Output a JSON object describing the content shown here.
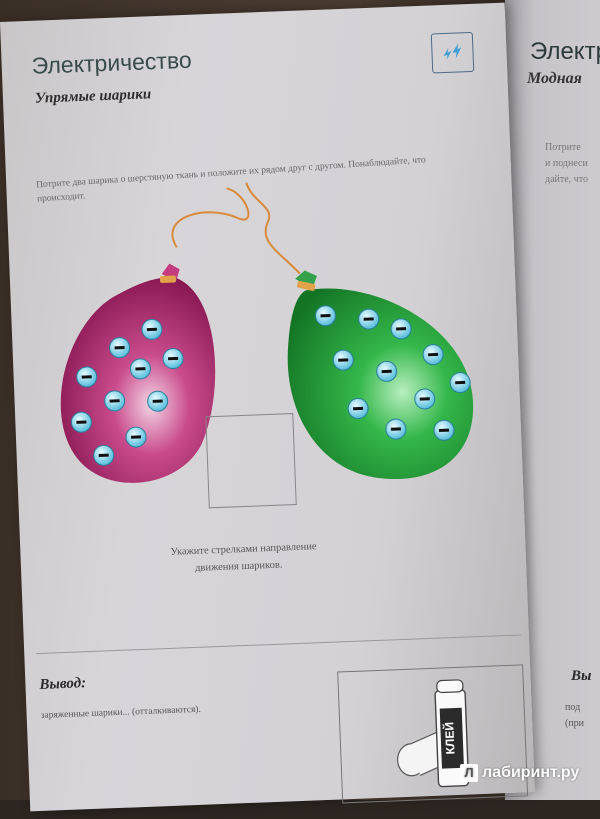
{
  "left_page": {
    "title": "Электричество",
    "subtitle": "Упрямые шарики",
    "icon": "lightning-icon",
    "instruction": "Потрите два шарика о шерстяную ткань и положите их рядом друг с другом. Понаблюдайте, что происходит.",
    "caption_line1": "Укажите стрелками направление",
    "caption_line2": "движения шариков.",
    "conclusion_heading": "Вывод:",
    "conclusion_text": "заряженные шарики... (отталкиваются).",
    "glue_label": "КЛЕЙ",
    "charge_symbol": "−",
    "balloon_colors": {
      "left": "#a3175e",
      "right": "#1f9a2e"
    }
  },
  "right_page": {
    "title": "Электр",
    "subtitle": "Модная",
    "text": "Потрите\nи поднеси\nдайте, что",
    "conclusion_heading": "Вы",
    "bottom_text": "под\n(при"
  },
  "watermark": "лабиринт.ру"
}
